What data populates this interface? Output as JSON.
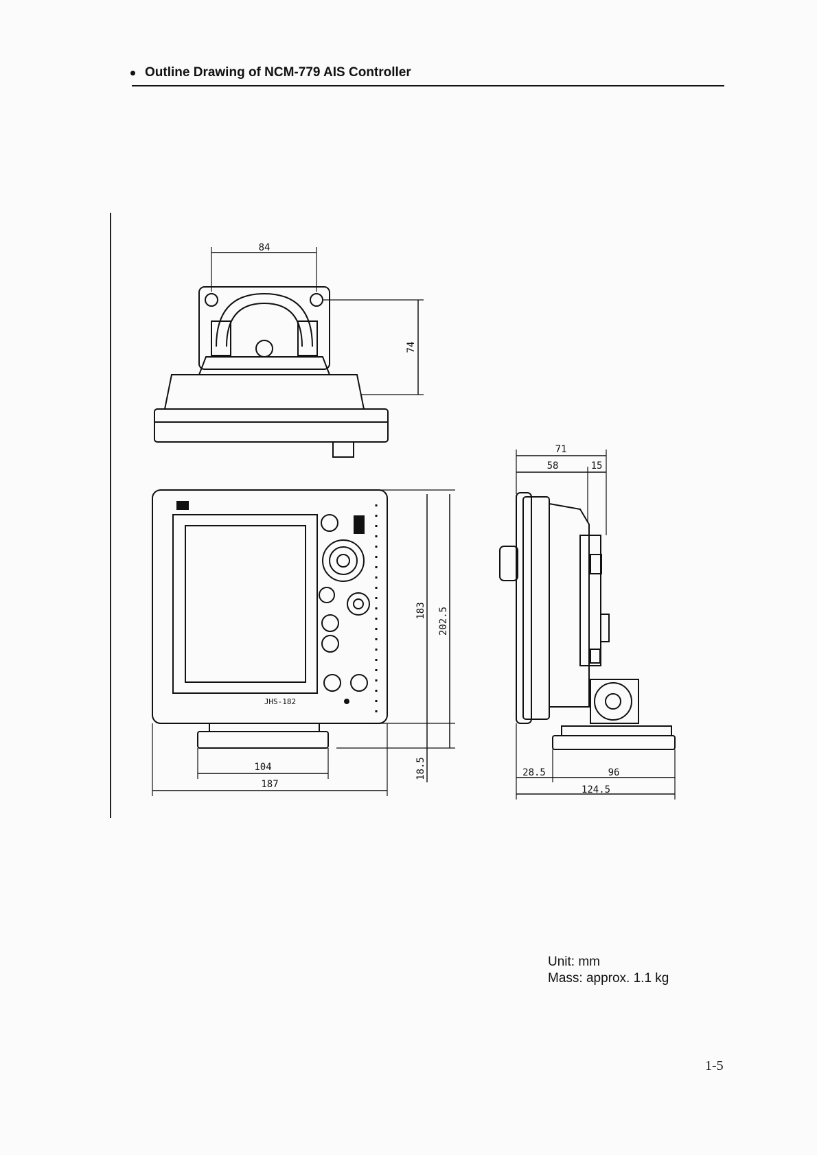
{
  "document": {
    "heading": "Outline Drawing of NCM-779 AIS Controller",
    "unit_text": "Unit: mm",
    "mass_text": "Mass: approx. 1.1 kg",
    "page_number": "1-5"
  },
  "drawing": {
    "front_model_label": "JHS-182",
    "dimensions": {
      "top_mount_hole_spacing": "84",
      "top_depth": "74",
      "front_height_screen": "183",
      "front_height_total": "202.5",
      "front_base_height": "18.5",
      "front_base_width": "104",
      "front_total_width": "187",
      "side_total_depth": "71",
      "side_body_depth": "58",
      "side_bracket_depth": "15",
      "side_front_offset": "28.5",
      "side_base_depth": "96",
      "side_total_footprint": "124.5"
    }
  }
}
